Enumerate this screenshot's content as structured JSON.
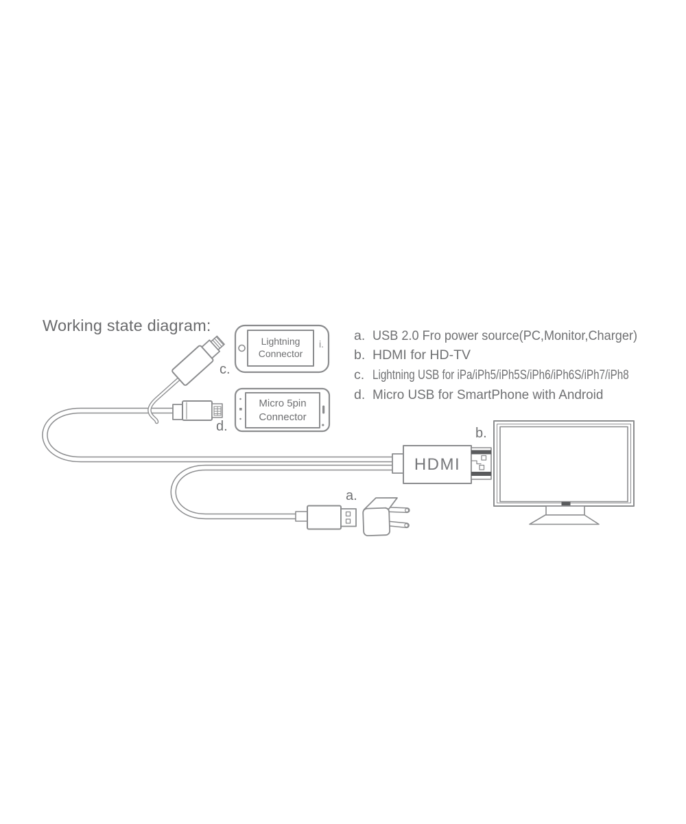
{
  "title": "Working state diagram:",
  "legend": {
    "items": [
      {
        "letter": "a.",
        "text": "USB 2.0 Fro power source(PC,Monitor,Charger)"
      },
      {
        "letter": "b.",
        "text": "HDMI for HD-TV"
      },
      {
        "letter": "c.",
        "text": "Lightning USB for iPa/iPh5/iPh5S/iPh6/iPh6S/iPh7/iPh8"
      },
      {
        "letter": "d.",
        "text": "Micro USB for SmartPhone with Android"
      }
    ]
  },
  "diagram": {
    "adapter_label": "HDMI",
    "iphone_screen_label": "Lightning Connector",
    "iphone_side_marker": "i.",
    "android_screen_label": "Micro 5pin Connector",
    "callout_a": "a.",
    "callout_b": "b.",
    "callout_c": "c.",
    "callout_d": "d."
  },
  "colors": {
    "line": "#8b8c8e",
    "text": "#6f7072",
    "dark": "#5a5b5d",
    "background": "#ffffff"
  }
}
